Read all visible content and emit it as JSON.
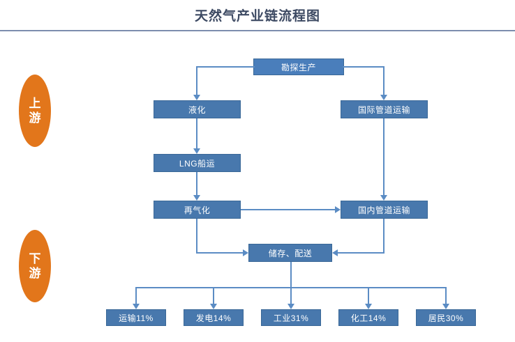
{
  "header": {
    "title": "天然气产业链流程图"
  },
  "stages": [
    {
      "name": "upstream",
      "label": "上游"
    },
    {
      "name": "downstream",
      "label": "下游"
    }
  ],
  "nodes": {
    "exploration": "勘探生产",
    "liquefaction": "液化",
    "lng_shipping": "LNG船运",
    "regasification": "再气化",
    "international_pipeline": "国际管道运输",
    "domestic_pipeline": "国内管道运输",
    "storage_distribution": "储存、配送"
  },
  "end_uses": [
    {
      "name": "transport",
      "label": "运输11%",
      "share": 11
    },
    {
      "name": "power",
      "label": "发电14%",
      "share": 14
    },
    {
      "name": "industry",
      "label": "工业31%",
      "share": 31
    },
    {
      "name": "chemicals",
      "label": "化工14%",
      "share": 14
    },
    {
      "name": "residential",
      "label": "居民30%",
      "share": 30
    }
  ],
  "colors": {
    "box_fill": "#4878ad",
    "box_fill_light": "#4a7ebb",
    "connector": "#5b8cc4",
    "stage_fill": "#e2761b",
    "title_text": "#3d4a63",
    "divider": "#7c8dae"
  }
}
